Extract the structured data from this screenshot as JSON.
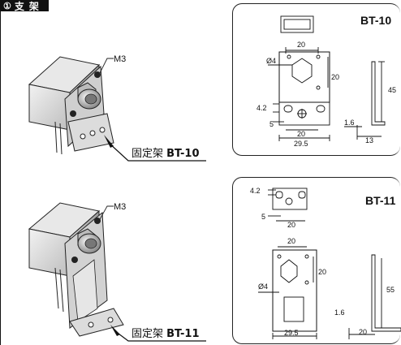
{
  "header": {
    "number_badge": "①",
    "title": "支架"
  },
  "bracket_1": {
    "model": "BT-10",
    "caption_prefix": "固定架 ",
    "screw_label": "M3",
    "dims": {
      "top_width": "20",
      "hole_dia": "Ø4",
      "hole_offset": "20",
      "slot_width": "4.2",
      "base_offset": "5",
      "slot_spacing": "20",
      "base_width": "29.5",
      "height": "45",
      "thickness": "1.6",
      "foot_length": "13"
    }
  },
  "bracket_2": {
    "model": "BT-11",
    "caption_prefix": "固定架 ",
    "screw_label": "M3",
    "dims": {
      "slot_width": "4.2",
      "base_offset": "5",
      "slot_spacing": "20",
      "top_width": "20",
      "hole_offset": "20",
      "hole_dia": "Ø4",
      "base_width": "29.5",
      "thickness": "1.6",
      "height": "55",
      "foot_length": "20"
    }
  }
}
